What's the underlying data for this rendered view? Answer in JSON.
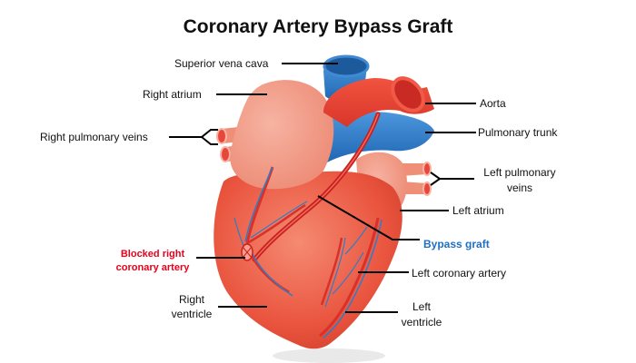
{
  "title": "Coronary Artery Bypass Graft",
  "labels": {
    "superior_vena_cava": "Superior vena cava",
    "right_atrium": "Right atrium",
    "right_pulmonary_veins": "Right pulmonary veins",
    "blocked_right_coronary_artery_line1": "Blocked right",
    "blocked_right_coronary_artery_line2": "coronary artery",
    "right_ventricle_line1": "Right",
    "right_ventricle_line2": "ventricle",
    "aorta": "Aorta",
    "pulmonary_trunk": "Pulmonary  trunk",
    "left_pulmonary_veins_line1": "Left pulmonary",
    "left_pulmonary_veins_line2": "veins",
    "left_atrium": "Left atrium",
    "bypass_graft": "Bypass graft",
    "left_coronary_artery": "Left coronary artery",
    "left_ventricle_line1": "Left",
    "left_ventricle_line2": "ventricle"
  },
  "colors": {
    "heart_body": "#ec5a44",
    "atrium": "#ef9682",
    "vessel_blue": "#2f7cc7",
    "artery_red": "#e23a2a",
    "graft_red": "#d61f1f",
    "blocked_label": "#e8001c",
    "graft_label": "#1f6fc5"
  }
}
